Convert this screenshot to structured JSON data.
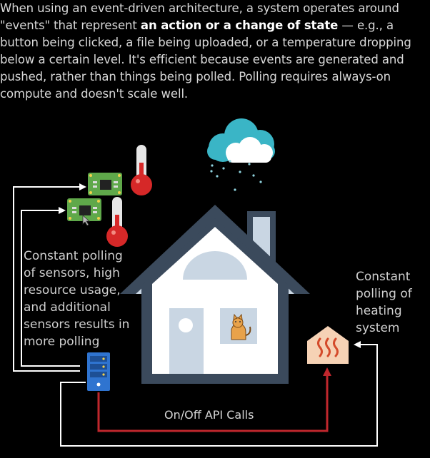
{
  "intro": {
    "part1": "When using an event-driven architecture, a system operates around \"events\" that represent ",
    "emphasis": "an action or a change of state",
    "part2": " — e.g., a button being clicked, a file being uploaded, or a temperature dropping below a certain level. It's efficient because events are generated and pushed, rather than things being polled. Polling requires always-on compute and doesn't scale well."
  },
  "labels": {
    "left_note": "Constant polling of sensors, high resource usage, and additional sensors results in more polling",
    "right_note": "Constant polling of heating system",
    "api_calls": "On/Off API Calls"
  },
  "icons": {
    "cloud": "rain-cloud-icon",
    "thermometer": "thermometer-icon",
    "sensor": "circuit-board-icon",
    "server": "server-icon",
    "heater": "heating-system-icon",
    "house": "house-icon",
    "cat": "cat-icon"
  },
  "colors": {
    "background": "#000000",
    "white_arrow": "#ffffff",
    "red_arrow": "#c0272d",
    "house_outline": "#3b4a5c",
    "house_body": "#ffffff",
    "roof_inner": "#c9d6e3",
    "server_blue": "#2f74d0",
    "heater_peach": "#f6d2b5",
    "thermometer_red": "#d62828",
    "board_green": "#5fa84a",
    "cloud_teal": "#3ab5c6"
  }
}
